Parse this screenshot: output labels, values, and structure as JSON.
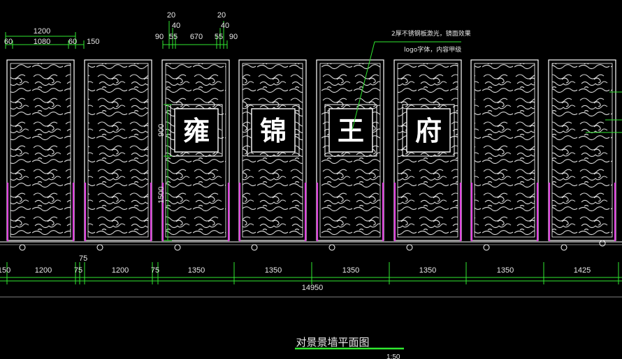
{
  "panels_top_dims": {
    "left": {
      "overall": "1200",
      "parts": [
        "60",
        "1080",
        "60"
      ],
      "gap": "150"
    },
    "mid": {
      "row1": [
        "20",
        "20"
      ],
      "row2": [
        "40",
        "40"
      ],
      "row3": [
        "90",
        "55",
        "670",
        "55",
        "90"
      ]
    }
  },
  "characters": [
    "雍",
    "锦",
    "王",
    "府"
  ],
  "notes": [
    "2厚不锈钢板激光，镜面效果",
    "logo字体，内容甲级"
  ],
  "vertical_dims": [
    "900",
    "1500"
  ],
  "bottom_dims": [
    "150",
    "1200",
    "75",
    "75",
    "1200",
    "75",
    "1350",
    "1350",
    "1350",
    "1350",
    "1350",
    "1425"
  ],
  "total": "14950",
  "title": "对景景墙平面图",
  "scale": "1:50",
  "colors": {
    "green": "#2fe82f",
    "magenta": "#e040e0",
    "white": "#ffffff",
    "pattern": "#d6d6d6"
  }
}
